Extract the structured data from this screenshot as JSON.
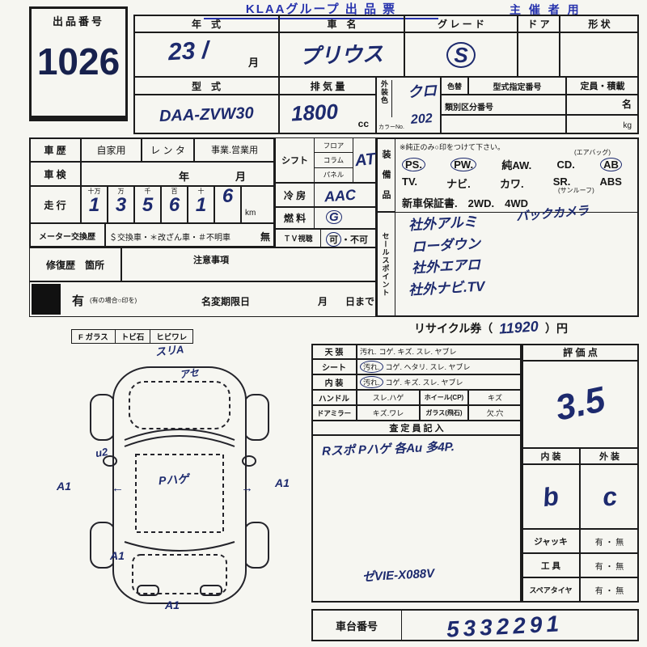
{
  "header": {
    "exhibit_label": "出品番号",
    "exhibit_number": "1026",
    "title": "KLAAグループ 出 品 票",
    "organizer": "主 催 者 用"
  },
  "top": {
    "year_label": "年　式",
    "year_value": "23 /",
    "month_printed": "月",
    "name_label": "車　名",
    "name_value": "プリウス",
    "grade_label": "グ レ ー ド",
    "grade_value": "S",
    "door_label": "ド ア",
    "shape_label": "形 状",
    "model_label": "型　式",
    "model_value": "DAA-ZVW30",
    "disp_label": "排 気 量",
    "disp_value": "1800",
    "disp_unit": "cc",
    "extcolor_label": "外装色",
    "extcolor_value": "クロ",
    "colorno_label": "カラーNo.",
    "colorno_value": "202",
    "colorchange_label": "色替",
    "typeno_label": "型式指定番号",
    "classno_label": "類別区分番号",
    "capacity_label": "定員・積載",
    "unit_persons": "名",
    "unit_kg": "kg"
  },
  "history": {
    "career_label": "車 歴",
    "private": "自家用",
    "rental": "レ ン タ",
    "business": "事業.営業用",
    "inspection_label": "車 検",
    "year": "年",
    "month": "月",
    "mileage_label": "走 行",
    "digit_headers": [
      "十万",
      "万",
      "千",
      "百",
      "十",
      ""
    ],
    "digits": [
      "1",
      "3",
      "5",
      "6",
      "1",
      "6"
    ],
    "km": "km",
    "meter_label": "メーター交換歴",
    "meter_options": "＄交換車・＊改ざん車・＃不明車",
    "meter_none": "無",
    "repair_label": "修復歴　箇所",
    "caution_label": "注意事項",
    "repair_yes": "有",
    "repair_note": "(有の場合○印を)",
    "rename_label": "名変期限日",
    "rename_month": "月",
    "rename_until": "日まで"
  },
  "specs": {
    "shift_label": "シフト",
    "shift_opts": [
      "フロア",
      "コラム",
      "パネル"
    ],
    "shift_value": "AT",
    "ac_label": "冷 房",
    "ac_value": "AAC",
    "fuel_label": "燃 料",
    "fuel_value": "G",
    "tv_label": "ＴＶ視聴",
    "tv_ok": "可",
    "tv_ng": "・不可"
  },
  "equipment": {
    "label": "装 備 品",
    "note": "※純正のみ○印をつけて下さい。",
    "airbag_note": "(エアバッグ)",
    "sunroof_note": "(サンルーフ)",
    "row1": [
      "PS.",
      "PW.",
      "純AW.",
      "CD.",
      "AB"
    ],
    "row2": [
      "TV.",
      "ナビ.",
      "カワ.",
      "SR.",
      "ABS"
    ],
    "row3": "新車保証書.　2WD.　4WD"
  },
  "sales": {
    "label": "セールスポイント",
    "backcamera": "バックカメラ",
    "line1": "社外アルミ",
    "line2": "ローダウン",
    "line3": "社外エアロ",
    "line4": "社外ナビ.TV"
  },
  "recycle": {
    "prefix": "リサイクル券（",
    "value": "11920",
    "suffix": "）円"
  },
  "glass": {
    "f": "F ガラス",
    "chip": "トビ石",
    "crack": "ヒビワレ"
  },
  "diagram": {
    "marks": [
      "スリA",
      "アセ",
      "u2",
      "A1",
      "Pハゲ",
      "A1",
      "A1",
      "A1"
    ],
    "arrow_left": "←",
    "arrow_right": "→"
  },
  "condition": {
    "rows": [
      {
        "label": "天 張",
        "first": "汚れ.",
        "rest": "コゲ. キズ. スレ. ヤブレ"
      },
      {
        "label": "シート",
        "first": "汚れ.",
        "rest": "コゲ. ヘタリ. スレ. ヤブレ"
      },
      {
        "label": "内 装",
        "first": "汚れ.",
        "rest": "コゲ. キズ. スレ. ヤブレ"
      }
    ],
    "handle_label": "ハンドル",
    "handle_value": "スレ.ハゲ",
    "wheel_label": "ホイール(CP)",
    "wheel_value": "キズ",
    "mirror_label": "ドアミラー",
    "mirror_value": "キズ.ワレ",
    "glass_label": "ガラス(飛石)",
    "glass_value": "欠.穴",
    "inspector_label": "査 定 員 記 入",
    "inspector_note": "Rスポ Pハゲ 各Au 多4P.",
    "navi_note": "ゼVIE-X088V"
  },
  "evaluation": {
    "label": "評 価 点",
    "score": "3.5",
    "interior_label": "内 装",
    "exterior_label": "外 装",
    "interior_grade": "b",
    "exterior_grade": "c",
    "jack_label": "ジャッキ",
    "tools_label": "工 具",
    "spare_label": "スペアタイヤ",
    "presence": "有 ・ 無"
  },
  "chassis": {
    "label": "車台番号",
    "value": "5332291"
  }
}
